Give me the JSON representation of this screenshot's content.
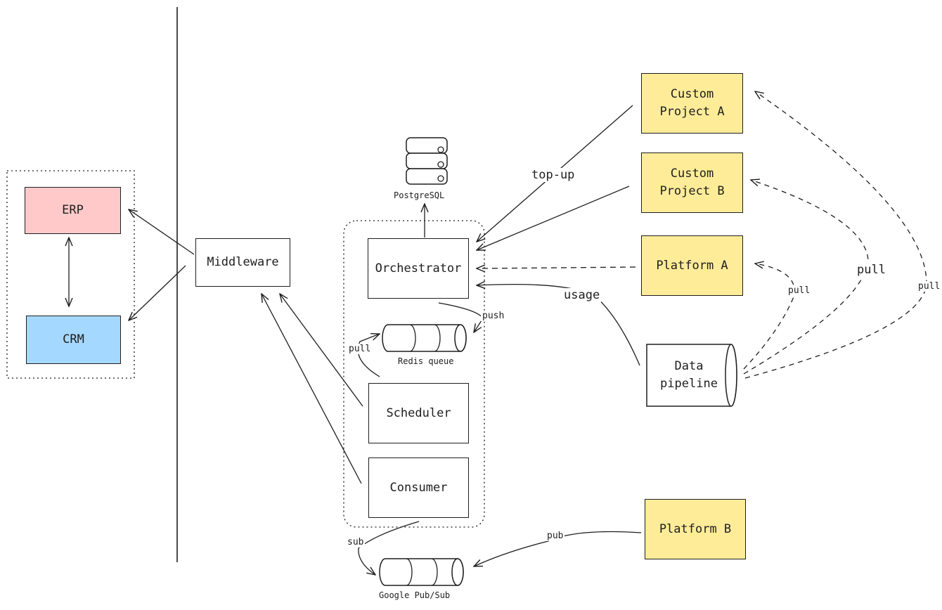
{
  "nodes": {
    "erp": "ERP",
    "crm": "CRM",
    "middleware": "Middleware",
    "orchestrator": "Orchestrator",
    "scheduler": "Scheduler",
    "consumer": "Consumer",
    "custom_project_a": "Custom\nProject A",
    "custom_project_b": "Custom\nProject B",
    "platform_a": "Platform A",
    "platform_b": "Platform B",
    "data_pipeline": "Data\npipeline"
  },
  "stores": {
    "postgresql": "PostgreSQL",
    "redis_queue": "Redis queue",
    "google_pubsub": "Google Pub/Sub"
  },
  "edge_labels": {
    "top_up": "top-up",
    "usage": "usage",
    "push": "push",
    "pull_redis": "pull",
    "sub": "sub",
    "pub": "pub",
    "pull_platform_a": "pull",
    "pull_custom_b": "pull",
    "pull_custom_a": "pull"
  },
  "colors": {
    "ink": "#1e1e1e",
    "yellow": "#ffec99",
    "pink": "#ffc9c9",
    "blue": "#a5d8ff"
  }
}
